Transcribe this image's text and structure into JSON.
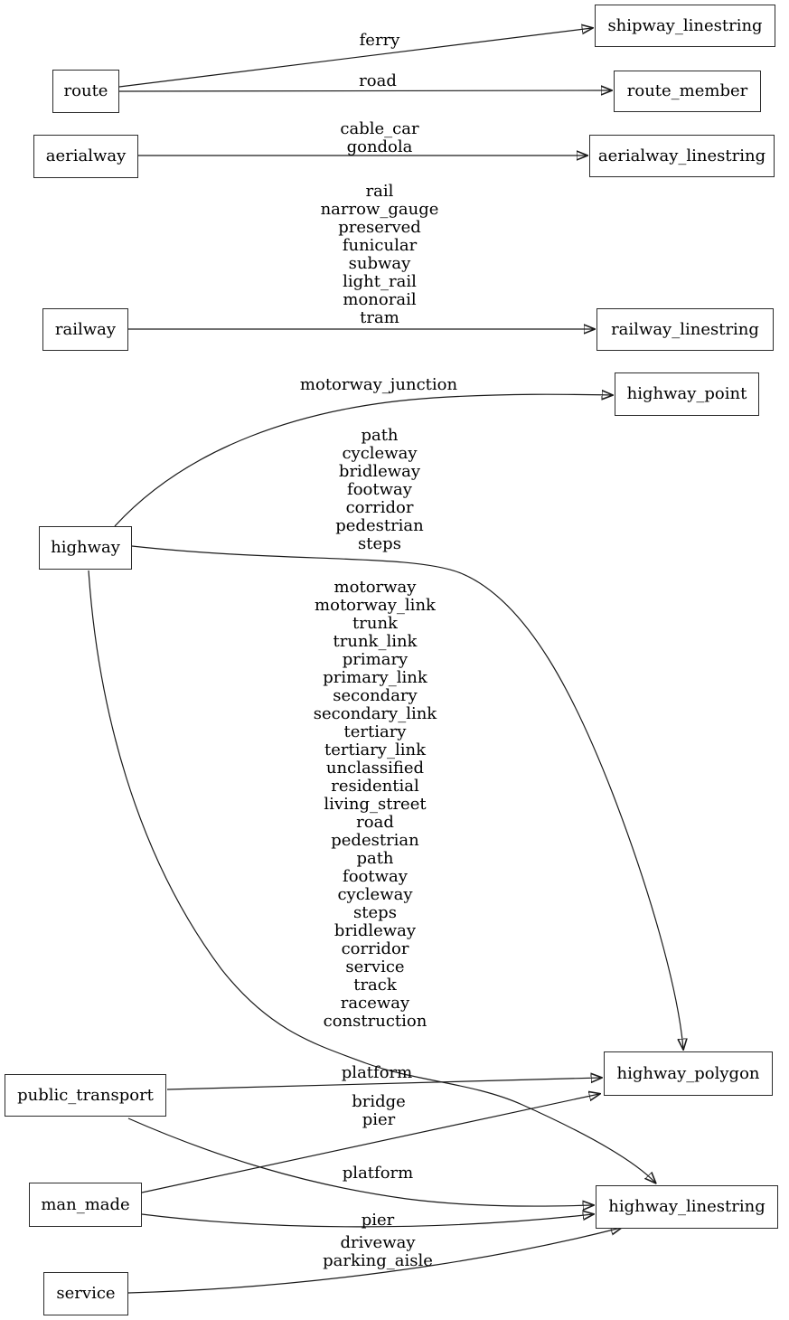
{
  "title": "osm tag to table mapping graph",
  "colors": {
    "background": "#ffffff",
    "ink": "#000000",
    "node_fill": "#ffffff",
    "node_border": "#2b2b2b"
  },
  "nodes": [
    {
      "id": "route",
      "label": "route"
    },
    {
      "id": "aerialway",
      "label": "aerialway"
    },
    {
      "id": "railway",
      "label": "railway"
    },
    {
      "id": "highway",
      "label": "highway"
    },
    {
      "id": "public_transport",
      "label": "public_transport"
    },
    {
      "id": "man_made",
      "label": "man_made"
    },
    {
      "id": "service",
      "label": "service"
    },
    {
      "id": "shipway_linestring",
      "label": "shipway_linestring"
    },
    {
      "id": "route_member",
      "label": "route_member"
    },
    {
      "id": "aerialway_linestring",
      "label": "aerialway_linestring"
    },
    {
      "id": "railway_linestring",
      "label": "railway_linestring"
    },
    {
      "id": "highway_point",
      "label": "highway_point"
    },
    {
      "id": "highway_polygon",
      "label": "highway_polygon"
    },
    {
      "id": "highway_linestring",
      "label": "highway_linestring"
    }
  ],
  "edges": [
    {
      "from": "route",
      "to": "shipway_linestring",
      "label": "ferry"
    },
    {
      "from": "route",
      "to": "route_member",
      "label": "road"
    },
    {
      "from": "aerialway",
      "to": "aerialway_linestring",
      "label": "cable_car\ngondola"
    },
    {
      "from": "railway",
      "to": "railway_linestring",
      "label": "rail\nnarrow_gauge\npreserved\nfunicular\nsubway\nlight_rail\nmonorail\ntram"
    },
    {
      "from": "highway",
      "to": "highway_point",
      "label": "motorway_junction"
    },
    {
      "from": "highway",
      "to": "highway_polygon",
      "label": "path\ncycleway\nbridleway\nfootway\ncorridor\npedestrian\nsteps"
    },
    {
      "from": "highway",
      "to": "highway_linestring",
      "label": "motorway\nmotorway_link\ntrunk\ntrunk_link\nprimary\nprimary_link\nsecondary\nsecondary_link\ntertiary\ntertiary_link\nunclassified\nresidential\nliving_street\nroad\npedestrian\npath\nfootway\ncycleway\nsteps\nbridleway\ncorridor\nservice\ntrack\nraceway\nconstruction"
    },
    {
      "from": "public_transport",
      "to": "highway_polygon",
      "label": "platform"
    },
    {
      "from": "public_transport",
      "to": "highway_linestring",
      "label": "platform"
    },
    {
      "from": "man_made",
      "to": "highway_polygon",
      "label": "bridge\npier"
    },
    {
      "from": "man_made",
      "to": "highway_linestring",
      "label": "pier"
    },
    {
      "from": "service",
      "to": "highway_linestring",
      "label": "driveway\nparking_aisle"
    }
  ]
}
